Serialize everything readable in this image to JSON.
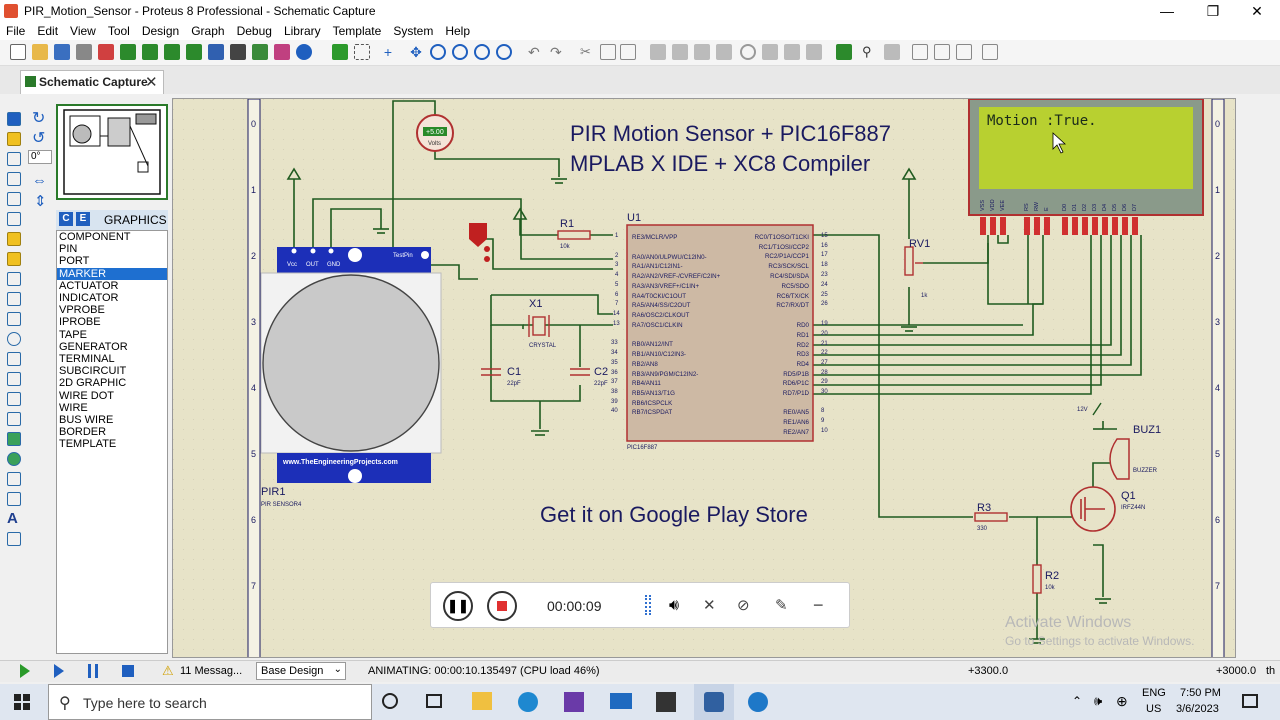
{
  "window": {
    "title": "PIR_Motion_Sensor - Proteus 8 Professional - Schematic Capture",
    "controls": [
      "—",
      "❐",
      "✕"
    ]
  },
  "menu": [
    "File",
    "Edit",
    "View",
    "Tool",
    "Design",
    "Graph",
    "Debug",
    "Library",
    "Template",
    "System",
    "Help"
  ],
  "tab": {
    "label": "Schematic Capture",
    "close": "✕"
  },
  "mid_tools": {
    "angle": "0°"
  },
  "graphics_panel": {
    "c_btn": "C",
    "e_btn": "E",
    "title": "GRAPHICS",
    "items": [
      "COMPONENT",
      "PIN",
      "PORT",
      "MARKER",
      "ACTUATOR",
      "INDICATOR",
      "VPROBE",
      "IPROBE",
      "TAPE",
      "GENERATOR",
      "TERMINAL",
      "SUBCIRCUIT",
      "2D GRAPHIC",
      "WIRE DOT",
      "WIRE",
      "BUS WIRE",
      "BORDER",
      "TEMPLATE"
    ],
    "selected_index": 3
  },
  "schematic": {
    "title_line1": "PIR Motion Sensor + PIC16F887",
    "title_line2": "MPLAB X IDE + XC8 Compiler",
    "google_play": "Get it on Google Play Store",
    "lcd_text": "Motion :True.",
    "voltmeter_value": "+5.00",
    "voltmeter_unit": "Volts",
    "u1_ref": "U1",
    "u1_name": "PIC16F887",
    "u1_left_pins": [
      "RE3/MCLR/VPP",
      "RA0/AN0/ULPWU/C12IN0-",
      "RA1/AN1/C12IN1-",
      "RA2/AN2/VREF-/CVREF/C2IN+",
      "RA3/AN3/VREF+/C1IN+",
      "RA4/T0CKI/C1OUT",
      "RA5/AN4/SS/C2OUT",
      "RA6/OSC2/CLKOUT",
      "RA7/OSC1/CLKIN",
      "RB0/AN12/INT",
      "RB1/AN10/C12IN3-",
      "RB2/AN8",
      "RB3/AN9/PGM/C12IN2-",
      "RB4/AN11",
      "RB5/AN13/T1G",
      "RB6/ICSPCLK",
      "RB7/ICSPDAT"
    ],
    "u1_right_pins": [
      "RC0/T1OSO/T1CKI",
      "RC1/T1OSI/CCP2",
      "RC2/P1A/CCP1",
      "RC3/SCK/SCL",
      "RC4/SDI/SDA",
      "RC5/SDO",
      "RC6/TX/CK",
      "RC7/RX/DT",
      "RD0",
      "RD1",
      "RD2",
      "RD3",
      "RD4",
      "RD5/P1B",
      "RD6/P1C",
      "RD7/P1D",
      "RE0/AN5",
      "RE1/AN6",
      "RE2/AN7"
    ],
    "u1_left_nums": [
      "1",
      "2",
      "3",
      "4",
      "5",
      "6",
      "7",
      "14",
      "13",
      "33",
      "34",
      "35",
      "36",
      "37",
      "38",
      "39",
      "40"
    ],
    "u1_right_nums": [
      "15",
      "16",
      "17",
      "18",
      "23",
      "24",
      "25",
      "26",
      "19",
      "20",
      "21",
      "22",
      "27",
      "28",
      "29",
      "30",
      "8",
      "9",
      "10"
    ],
    "x1": {
      "ref": "X1",
      "value": "CRYSTAL"
    },
    "c1": {
      "ref": "C1",
      "value": "22pF"
    },
    "c2": {
      "ref": "C2",
      "value": "22pF"
    },
    "r1": {
      "ref": "R1",
      "value": "10k"
    },
    "r2": {
      "ref": "R2",
      "value": "10k"
    },
    "r3": {
      "ref": "R3",
      "value": "330"
    },
    "rv1": {
      "ref": "RV1",
      "value": "1k"
    },
    "q1": {
      "ref": "Q1",
      "value": "IRFZ44N"
    },
    "buz1": {
      "ref": "BUZ1",
      "value": "BUZZER"
    },
    "buz_supply": "12V",
    "pir": {
      "ref": "PIR1",
      "model": "PIR SENSOR4",
      "pins": [
        "Vcc",
        "OUT",
        "GND"
      ],
      "testpin": "TestPin",
      "url": "www.TheEngineeringProjects.com"
    },
    "lcd_pins": [
      "VSS",
      "VDD",
      "VEE",
      "RS",
      "RW",
      "E",
      "D0",
      "D1",
      "D2",
      "D3",
      "D4",
      "D5",
      "D6",
      "D7"
    ],
    "ruler_left": [
      "0",
      "1",
      "2",
      "3",
      "4",
      "5",
      "6",
      "7"
    ],
    "watermark_line1": "Activate Windows",
    "watermark_line2": "Go to Settings to activate Windows."
  },
  "recorder": {
    "time": "00:00:09"
  },
  "status": {
    "messages": "11 Messag...",
    "design": "Base Design",
    "animating": "ANIMATING: 00:00:10.135497 (CPU load 46%)",
    "coord_x": "+3300.0",
    "coord_y": "+3000.0",
    "unit": "th"
  },
  "taskbar": {
    "search_placeholder": "Type here to search",
    "lang": "ENG",
    "region": "US",
    "time": "7:50 PM",
    "date": "3/6/2023"
  }
}
